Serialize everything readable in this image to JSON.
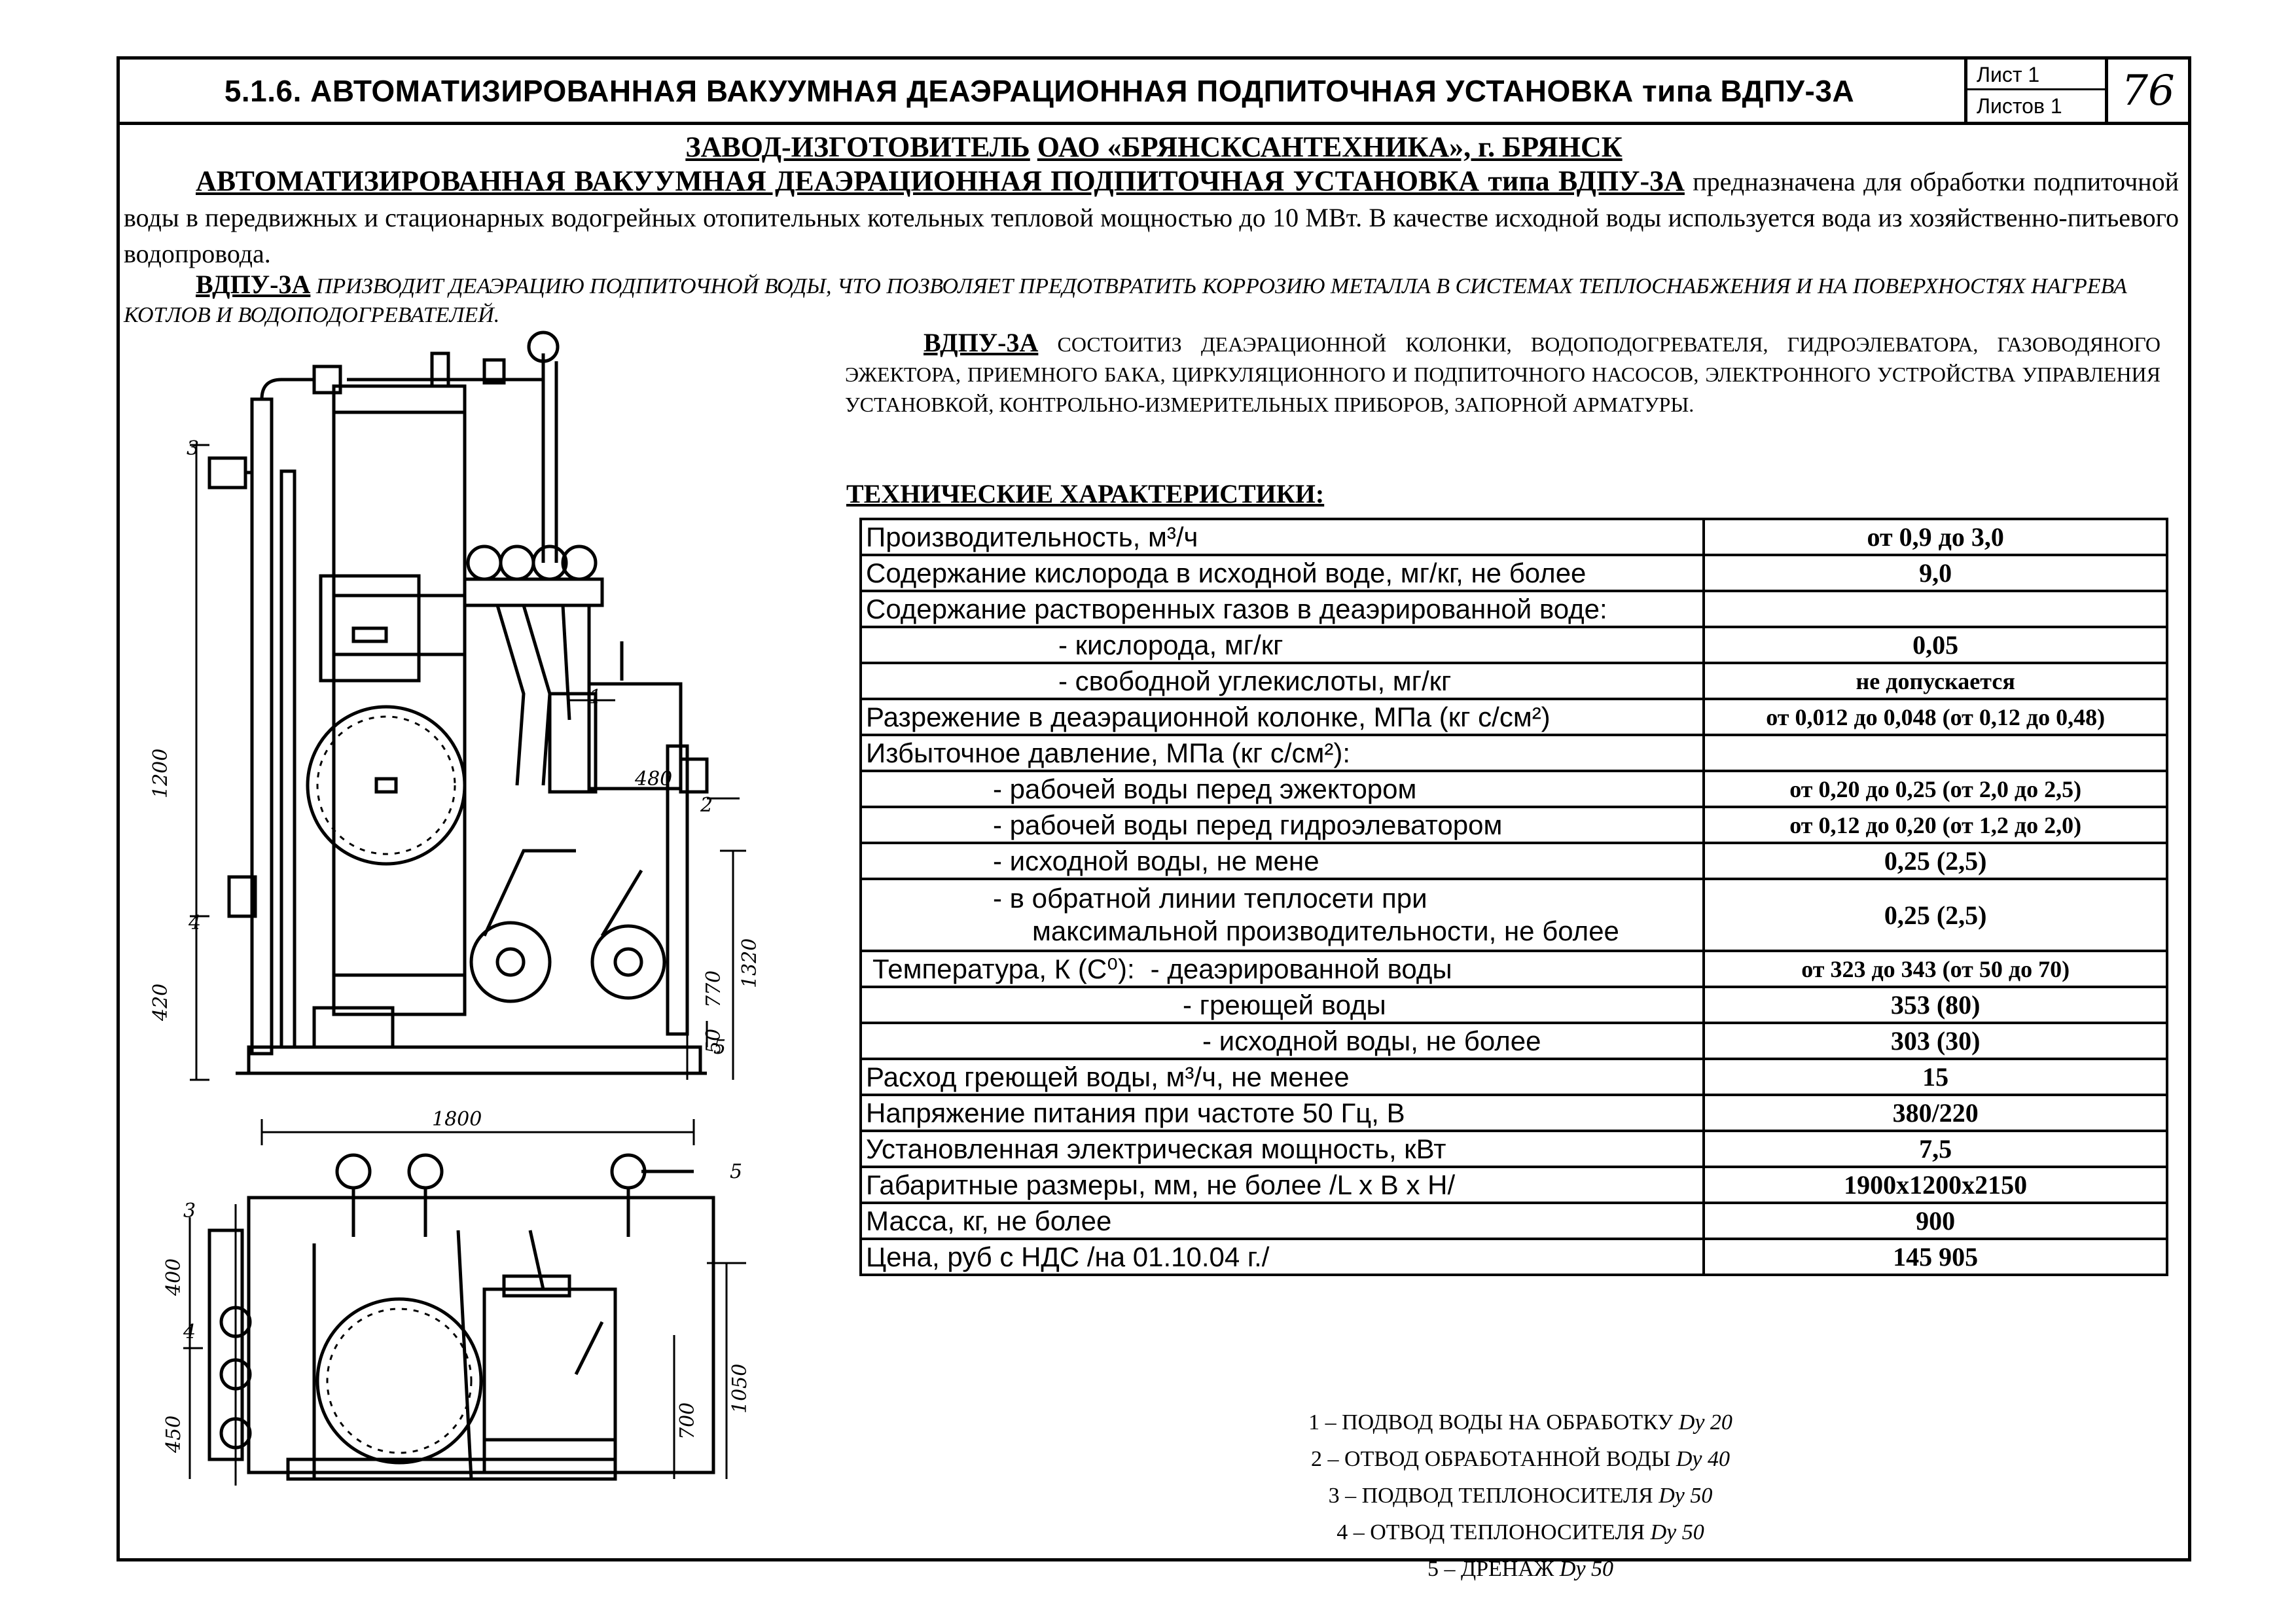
{
  "header": {
    "title": "5.1.6. АВТОМАТИЗИРОВАННАЯ ВАКУУМНАЯ ДЕАЭРАЦИОННАЯ ПОДПИТОЧНАЯ УСТАНОВКА типа ВДПУ-3А",
    "sheet_label": "Лист 1",
    "sheets_label": "Листов 1",
    "page_number": "76"
  },
  "manufacturer": {
    "label": "ЗАВОД-ИЗГОТОВИТЕЛЬ",
    "name": "ОАО «БРЯНСКСАНТЕХНИКА», г. БРЯНСК"
  },
  "intro": {
    "lead": "АВТОМАТИЗИРОВАННАЯ ВАКУУМНАЯ ДЕАЭРАЦИОННАЯ ПОДПИТОЧНАЯ УСТАНОВКА типа ВДПУ-3А",
    "text": " предназначена для обработки подпиточной воды в передвижных и стационарных водогрейных отопительных котельных  тепловой мощностью до 10 МВт. В качестве исходной воды используется вода из хозяйственно-питьевого водопровода."
  },
  "deaeration": {
    "lead": "ВДПУ-3А",
    "text": " ПРИЗВОДИТ ДЕАЭРАЦИЮ ПОДПИТОЧНОЙ ВОДЫ, ЧТО ПОЗВОЛЯЕТ ПРЕДОТВРАТИТЬ КОРРОЗИЮ МЕТАЛЛА В СИСТЕМАХ ТЕПЛОСНАБЖЕНИЯ И НА ПОВЕРХНОСТЯХ НАГРЕВА КОТЛОВ И ВОДОПОДОГРЕВАТЕЛЕЙ."
  },
  "composition": {
    "lead": "ВДПУ-3А",
    "text": " СОСТОИТИЗ ДЕАЭРАЦИОННОЙ КОЛОНКИ, ВОДОПОДОГРЕВАТЕЛЯ, ГИДРОЭЛЕВАТОРА, ГАЗОВОДЯНОГО ЭЖЕКТОРА, ПРИЕМНОГО БАКА, ЦИРКУЛЯЦИОННОГО И ПОДПИТОЧНОГО НАСОСОВ, ЭЛЕКТРОННОГО УСТРОЙСТВА УПРАВЛЕНИЯ УСТАНОВКОЙ, КОНТРОЛЬНО-ИЗМЕРИТЕЛЬНЫХ ПРИБОРОВ, ЗАПОРНОЙ АРМАТУРЫ."
  },
  "specs": {
    "title": "ТЕХНИЧЕСКИЕ ХАРАКТЕРИСТИКИ:",
    "rows": {
      "r1_p": "Производительность, м³/ч",
      "r1_v": "от 0,9 до 3,0",
      "r2_p": "Содержание кислорода в исходной воде, мг/кг, не более",
      "r2_v": "9,0",
      "r3_p": "Содержание растворенных газов в деаэрированной воде:",
      "r4_p": "- кислорода, мг/кг",
      "r4_v": "0,05",
      "r5_p": "- свободной углекислоты, мг/кг",
      "r5_v": "не допускается",
      "r6_p": "Разрежение в деаэрационной колонке, МПа (кг с/см²)",
      "r6_v": "от 0,012 до 0,048 (от 0,12 до 0,48)",
      "r7_p": "Избыточное давление, МПа (кг с/см²):",
      "r8_p": "- рабочей воды перед эжектором",
      "r8_v": "от 0,20 до 0,25 (от 2,0 до 2,5)",
      "r9_p": "- рабочей воды перед гидроэлеватором",
      "r9_v": "от 0,12 до 0,20 (от 1,2 до 2,0)",
      "r10_p": "- исходной воды, не мене",
      "r10_v": "0,25 (2,5)",
      "r11_p1": "- в обратной линии теплосети при",
      "r11_p2": "максимальной производительности, не более",
      "r11_v": "0,25 (2,5)",
      "r12_pa": "Температура, К (С⁰):",
      "r12_pb": "- деаэрированной воды",
      "r12_v": "от 323 до 343 (от 50 до 70)",
      "r13_p": "- греющей воды",
      "r13_v": "353 (80)",
      "r14_p": "- исходной воды, не более",
      "r14_v": "303 (30)",
      "r15_p": "Расход греющей воды, м³/ч, не менее",
      "r15_v": "15",
      "r16_p": "Напряжение питания при частоте 50 Гц, В",
      "r16_v": "380/220",
      "r17_p": "Установленная электрическая мощность, кВт",
      "r17_v": "7,5",
      "r18_p": "Габаритные размеры, мм, не более /L x B x H/",
      "r18_v": "1900x1200x2150",
      "r19_p": "Масса, кг, не более",
      "r19_v": "900",
      "r20_p": "Цена, руб с НДС /на 01.10.04 г./",
      "r20_v": "145 905"
    }
  },
  "legend": {
    "l1a": "1 – ПОДВОД ВОДЫ НА ОБРАБОТКУ ",
    "l1b": "Dy 20",
    "l2a": "2 – ОТВОД ОБРАБОТАННОЙ ВОДЫ ",
    "l2b": "Dy 40",
    "l3a": "3 – ПОДВОД ТЕПЛОНОСИТЕЛЯ ",
    "l3b": "Dy 50",
    "l4a": "4 – ОТВОД ТЕПЛОНОСИТЕЛЯ ",
    "l4b": "Dy 50",
    "l5a": "5 – ДРЕНАЖ ",
    "l5b": "Dy 50"
  },
  "drawing_labels": {
    "n3": "3",
    "n4": "4",
    "n1": "1",
    "n2": "2",
    "n5": "5",
    "d1200": "1200",
    "d420": "420",
    "d480": "480",
    "d1320": "1320",
    "d770": "770",
    "d50": "50",
    "d1800": "1800",
    "b3": "3",
    "b4": "4",
    "b5": "5",
    "b400": "400",
    "b450": "450",
    "b700": "700",
    "b1050": "1050"
  }
}
